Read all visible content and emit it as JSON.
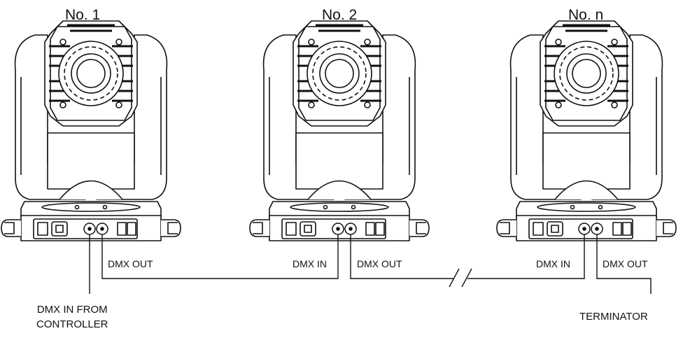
{
  "fixtures": [
    {
      "title": "No. 1",
      "port_in": "",
      "port_out": "DMX OUT"
    },
    {
      "title": "No. 2",
      "port_in": "DMX IN",
      "port_out": "DMX OUT"
    },
    {
      "title": "No. n",
      "port_in": "DMX IN",
      "port_out": "DMX OUT"
    }
  ],
  "source": {
    "line1": "DMX IN FROM",
    "line2": "CONTROLLER"
  },
  "terminator": "TERMINATOR",
  "line_color": "#111111"
}
